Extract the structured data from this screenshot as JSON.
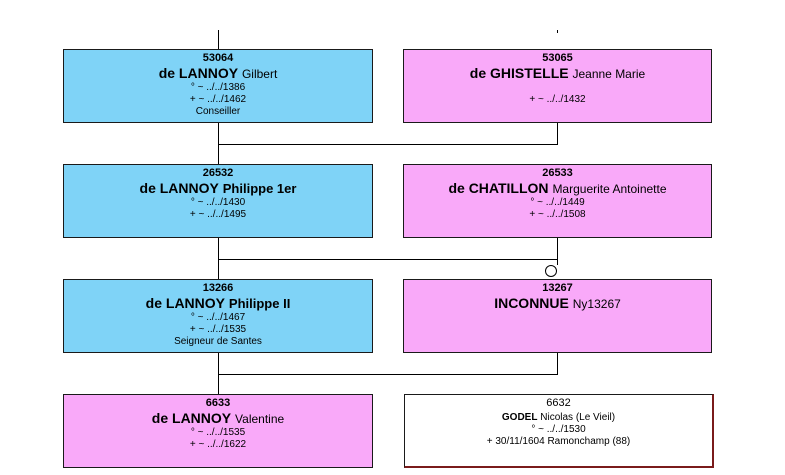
{
  "people": [
    {
      "num": "53064",
      "surname": "de LANNOY",
      "given": "Gilbert",
      "lines": [
        "° ~ ../../1386",
        "+ ~ ../../1462",
        "Conseiller"
      ]
    },
    {
      "num": "53065",
      "surname": "de GHISTELLE",
      "given": "Jeanne Marie",
      "lines": [
        "",
        "+ ~ ../../1432"
      ]
    },
    {
      "num": "26532",
      "surname": "de LANNOY",
      "given": "Philippe 1er",
      "lines": [
        "° ~ ../../1430",
        "+ ~ ../../1495"
      ]
    },
    {
      "num": "26533",
      "surname": "de CHATILLON",
      "given": "Marguerite Antoinette",
      "lines": [
        "° ~ ../../1449",
        "+ ~ ../../1508"
      ]
    },
    {
      "num": "13266",
      "surname": "de LANNOY",
      "given": "Philippe II",
      "lines": [
        "° ~ ../../1467",
        "+ ~ ../../1535",
        "Seigneur de Santes"
      ]
    },
    {
      "num": "13267",
      "surname": "INCONNUE",
      "given": "Ny13267",
      "lines": []
    },
    {
      "num": "6633",
      "surname": "de LANNOY",
      "given": "Valentine",
      "lines": [
        "° ~ ../../1535",
        "+ ~ ../../1622"
      ]
    },
    {
      "num": "6632",
      "surname": "GODEL",
      "given": "Nicolas (Le Vieil)",
      "lines": [
        "° ~ ../../1530",
        "+ 30/11/1604 Ramonchamp (88)"
      ]
    }
  ],
  "colors": {
    "male_box": "#7fd3f7",
    "female_box": "#f9a9f9",
    "spouse_box": "#ffffff",
    "spouse_border": "#7a1b1b",
    "connector": "#000000"
  }
}
